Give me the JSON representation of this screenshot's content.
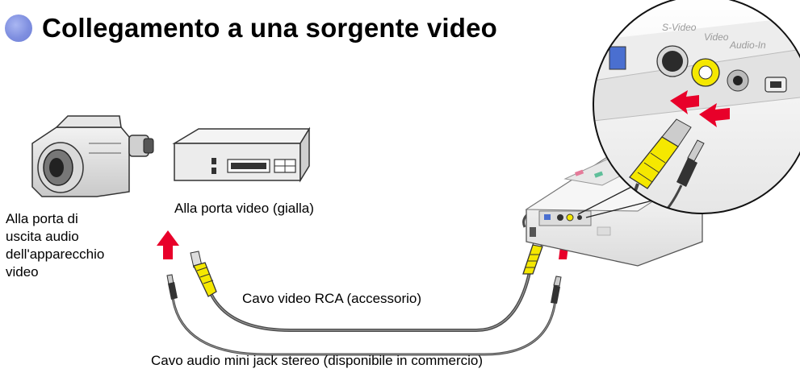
{
  "title": "Collegamento a una sorgente video",
  "labels": {
    "audio_port_lines": [
      "Alla porta di",
      "uscita audio",
      "dell'apparecchio",
      "video"
    ],
    "video_port": "Alla porta video (gialla)",
    "rca_cable": "Cavo video RCA (accessorio)",
    "mini_jack_cable": "Cavo audio mini jack stereo (disponibile in commercio)"
  },
  "port_labels": [
    "S-Video",
    "Video",
    "Audio-In"
  ],
  "colors": {
    "bullet": "#7f8fe0",
    "arrow": "#e8002a",
    "rca_plug": "#f5e800",
    "cable": "#555555"
  }
}
